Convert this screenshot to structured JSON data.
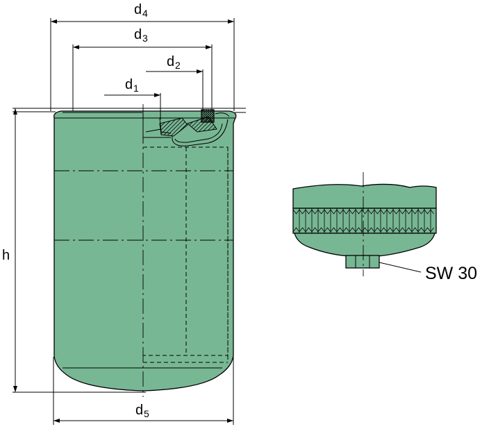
{
  "labels": {
    "d1": {
      "main": "d",
      "sub": "1"
    },
    "d2": {
      "main": "d",
      "sub": "2"
    },
    "d3": {
      "main": "d",
      "sub": "3"
    },
    "d4": {
      "main": "d",
      "sub": "4"
    },
    "d5": {
      "main": "d",
      "sub": "5"
    },
    "h": "h",
    "sw": "SW 30"
  },
  "colors": {
    "body": "#78b794",
    "body_dark": "#5e9c79",
    "seal_hatch": "#333333",
    "line": "#000000"
  }
}
